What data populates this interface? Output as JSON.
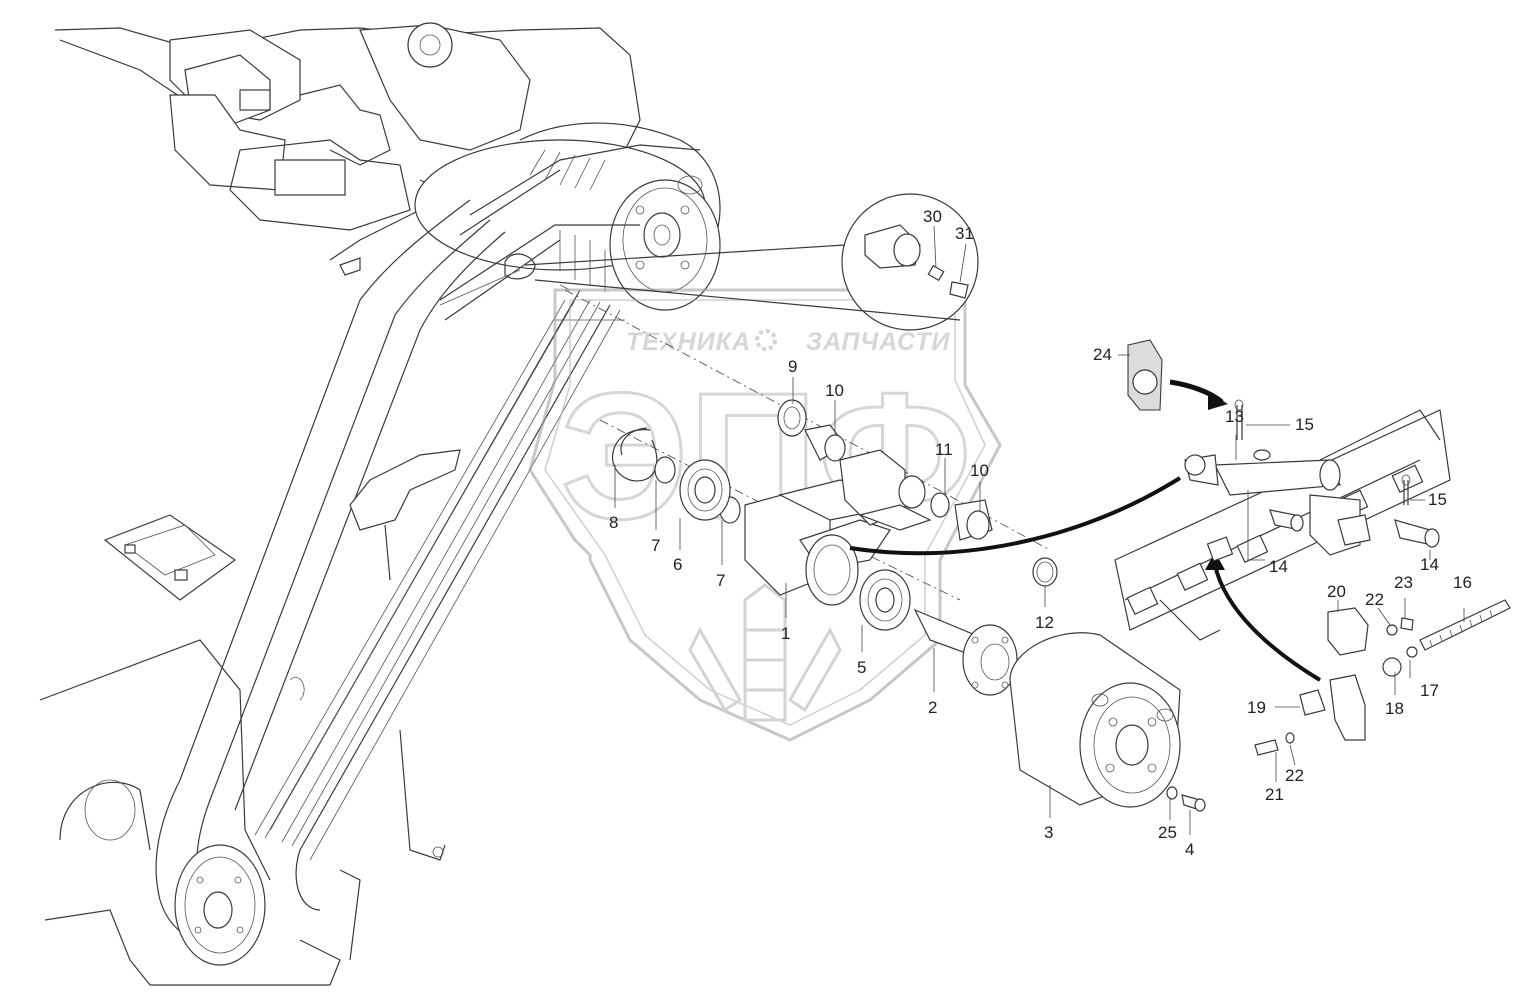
{
  "watermark": {
    "brand_left": "ТЕХНИКА",
    "brand_right": "ЗАПЧАСТИ",
    "logo_letters": "ЭПФ",
    "color": "#b5b5b5"
  },
  "callouts": [
    "1",
    "2",
    "3",
    "4",
    "5",
    "6",
    "7",
    "7",
    "8",
    "9",
    "10",
    "10",
    "11",
    "12",
    "13",
    "14",
    "14",
    "15",
    "15",
    "16",
    "17",
    "18",
    "19",
    "20",
    "21",
    "22",
    "22",
    "23",
    "24",
    "25",
    "30",
    "31"
  ],
  "colors": {
    "line": "#3a3a3a",
    "background": "#ffffff",
    "arrow": "#111111"
  }
}
